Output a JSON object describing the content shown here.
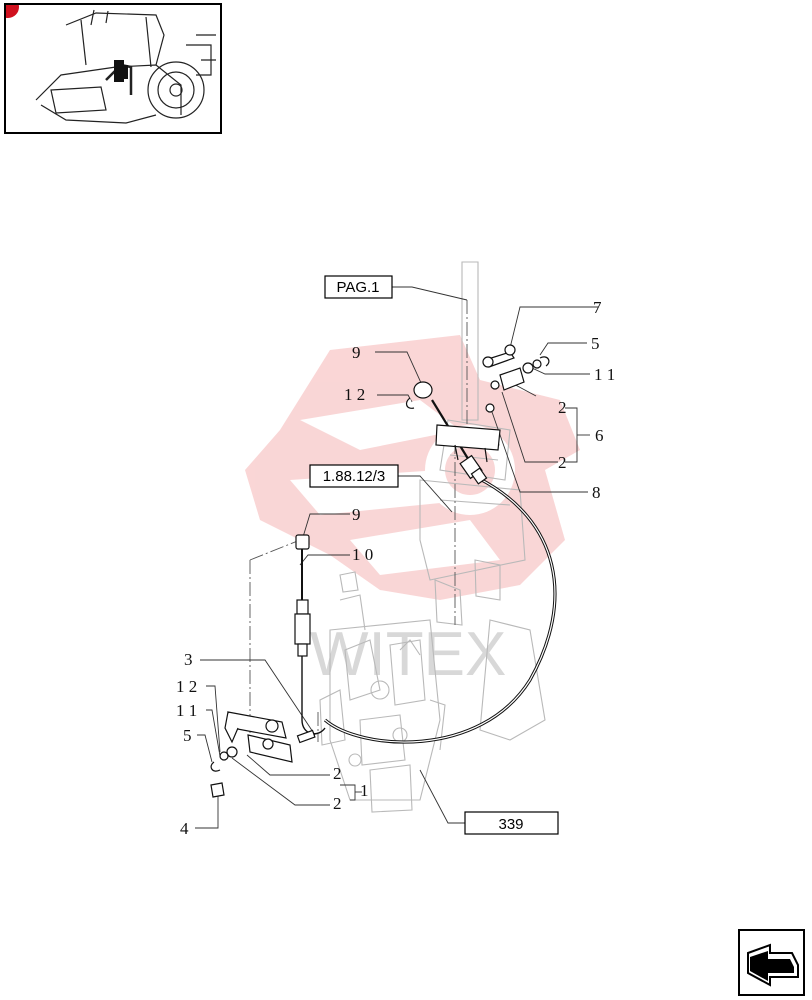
{
  "reference_boxes": {
    "top": "PAG.1",
    "middle": "1.88.12/3",
    "bottom": "339"
  },
  "callouts": {
    "c7": "7",
    "c5": "5",
    "c11_right": "1 1",
    "c9_top": "9",
    "c12_top": "1 2",
    "c2_a": "2",
    "c6": "6",
    "c2_b": "2",
    "c8": "8",
    "c9_mid": "9",
    "c10": "1 0",
    "c3": "3",
    "c12_left": "1 2",
    "c11_left": "1 1",
    "c5_left": "5",
    "c4": "4",
    "c2_c": "2",
    "c1": "1",
    "c2_d": "2"
  },
  "watermark": "WITEX"
}
